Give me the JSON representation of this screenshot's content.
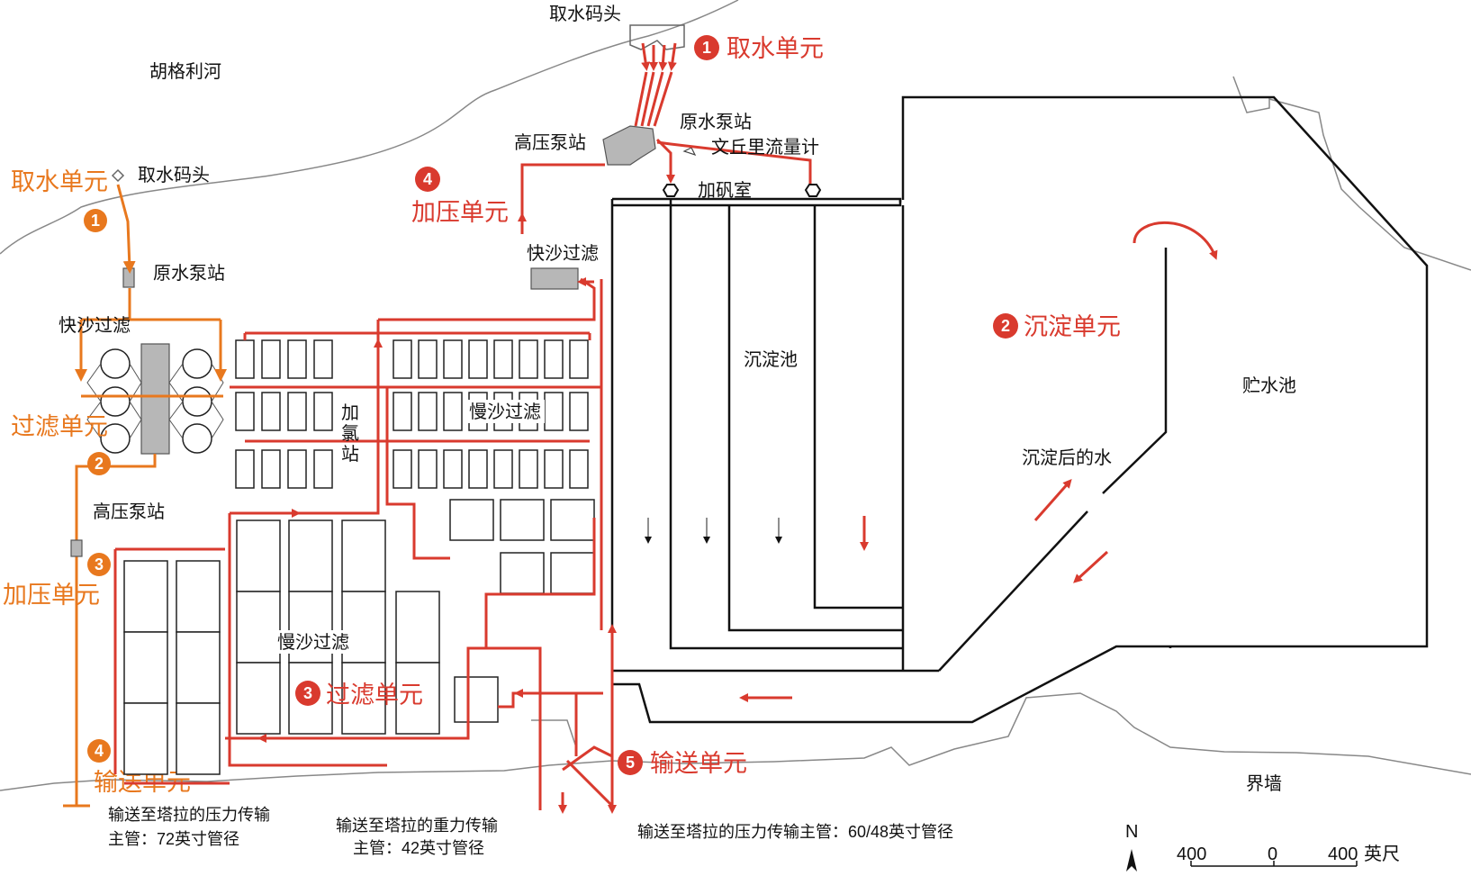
{
  "diagram": {
    "river": "胡格利河",
    "left": {
      "unit_intake": "取水单元",
      "intake_num": "1",
      "intake_jetty": "取水码头",
      "raw_pump": "原水泵站",
      "rapid_filter": "快沙过滤",
      "unit_filter": "过滤单元",
      "filter_num": "2",
      "hp_pump": "高压泵站",
      "unit_pressure": "加压单元",
      "pressure_num": "3",
      "unit_transport": "输送单元",
      "transport_num": "4",
      "main_pipe_line1": "输送至塔拉的压力传输",
      "main_pipe_line2": "主管：72英寸管径"
    },
    "right": {
      "intake_jetty": "取水码头",
      "unit_intake": "取水单元",
      "intake_num": "1",
      "raw_pump": "原水泵站",
      "hp_pump": "高压泵站",
      "venturi": "文丘里流量计",
      "alum_room": "加矾室",
      "unit_pressure": "加压单元",
      "pressure_num": "4",
      "rapid_filter": "快沙过滤",
      "chlorine_1": "加",
      "chlorine_2": "氯",
      "chlorine_3": "站",
      "slow_filter_top": "慢沙过滤",
      "slow_filter_bottom": "慢沙过滤",
      "unit_filter": "过滤单元",
      "filter_num": "3",
      "sedimentation_tank": "沉淀池",
      "unit_sediment": "沉淀单元",
      "sediment_num": "2",
      "reservoir": "贮水池",
      "settled_water": "沉淀后的水",
      "boundary_wall": "界墙",
      "unit_transport": "输送单元",
      "transport_num": "5",
      "gravity_pipe_line1": "输送至塔拉的重力传输",
      "gravity_pipe_line2": "主管：42英寸管径",
      "pressure_pipe": "输送至塔拉的压力传输主管：60/48英寸管径"
    },
    "scale": {
      "north": "N",
      "left": "400",
      "mid": "0",
      "right": "400",
      "unit": "英尺"
    }
  }
}
